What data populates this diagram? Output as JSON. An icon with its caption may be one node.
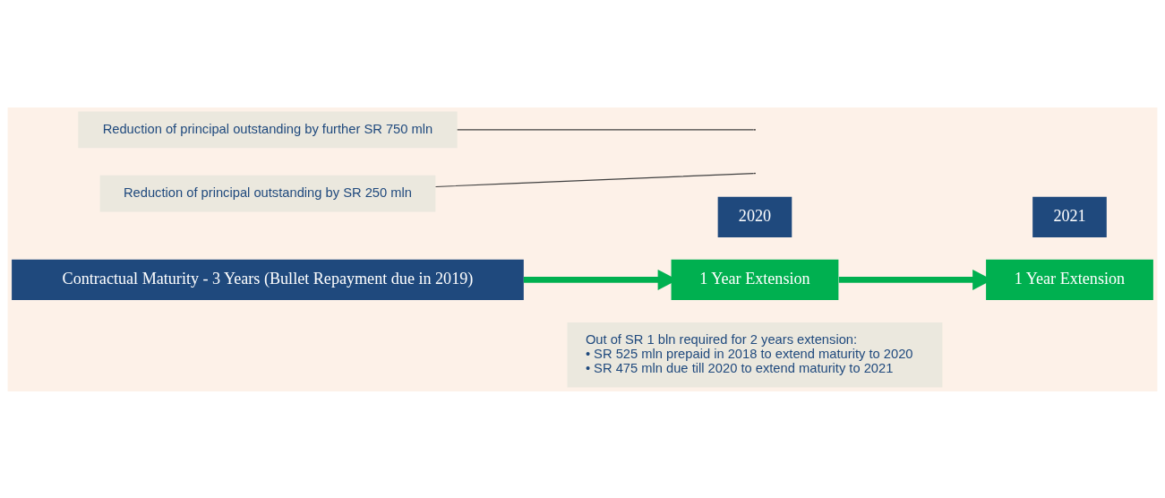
{
  "diagram": {
    "nodes": [
      {
        "text": [
          "Contractual Maturity - 3 Years (Bullet Repayment due in 2019)"
        ]
      },
      {
        "text": [
          "2020"
        ]
      },
      {
        "text": [
          "1 Year Extension"
        ]
      },
      {
        "text": [
          "2021"
        ]
      },
      {
        "text": [
          "1 Year Extension"
        ]
      },
      {
        "text": [
          "Reduction of principal outstanding by SR 250 mln"
        ]
      },
      {
        "text": [
          "Reduction of principal outstanding by further SR 750 mln"
        ]
      },
      {
        "text": [
          "Out of SR 1 bln required for 2 years extension:",
          "• SR 525 mln prepaid in 2018 to extend maturity to 2020",
          "• SR 475 mln due till 2020 to extend maturity to 2021"
        ]
      }
    ],
    "edges": [
      {
        "from": 0,
        "to": 2,
        "arrow": "to",
        "style": "thick"
      },
      {
        "from": 2,
        "to": 4,
        "arrow": "to",
        "style": "thick"
      },
      {
        "from": 5,
        "to": null,
        "arrow": "none",
        "color": "#404040"
      },
      {
        "from": 6,
        "to": null,
        "arrow": "none",
        "color": "#404040"
      }
    ]
  }
}
